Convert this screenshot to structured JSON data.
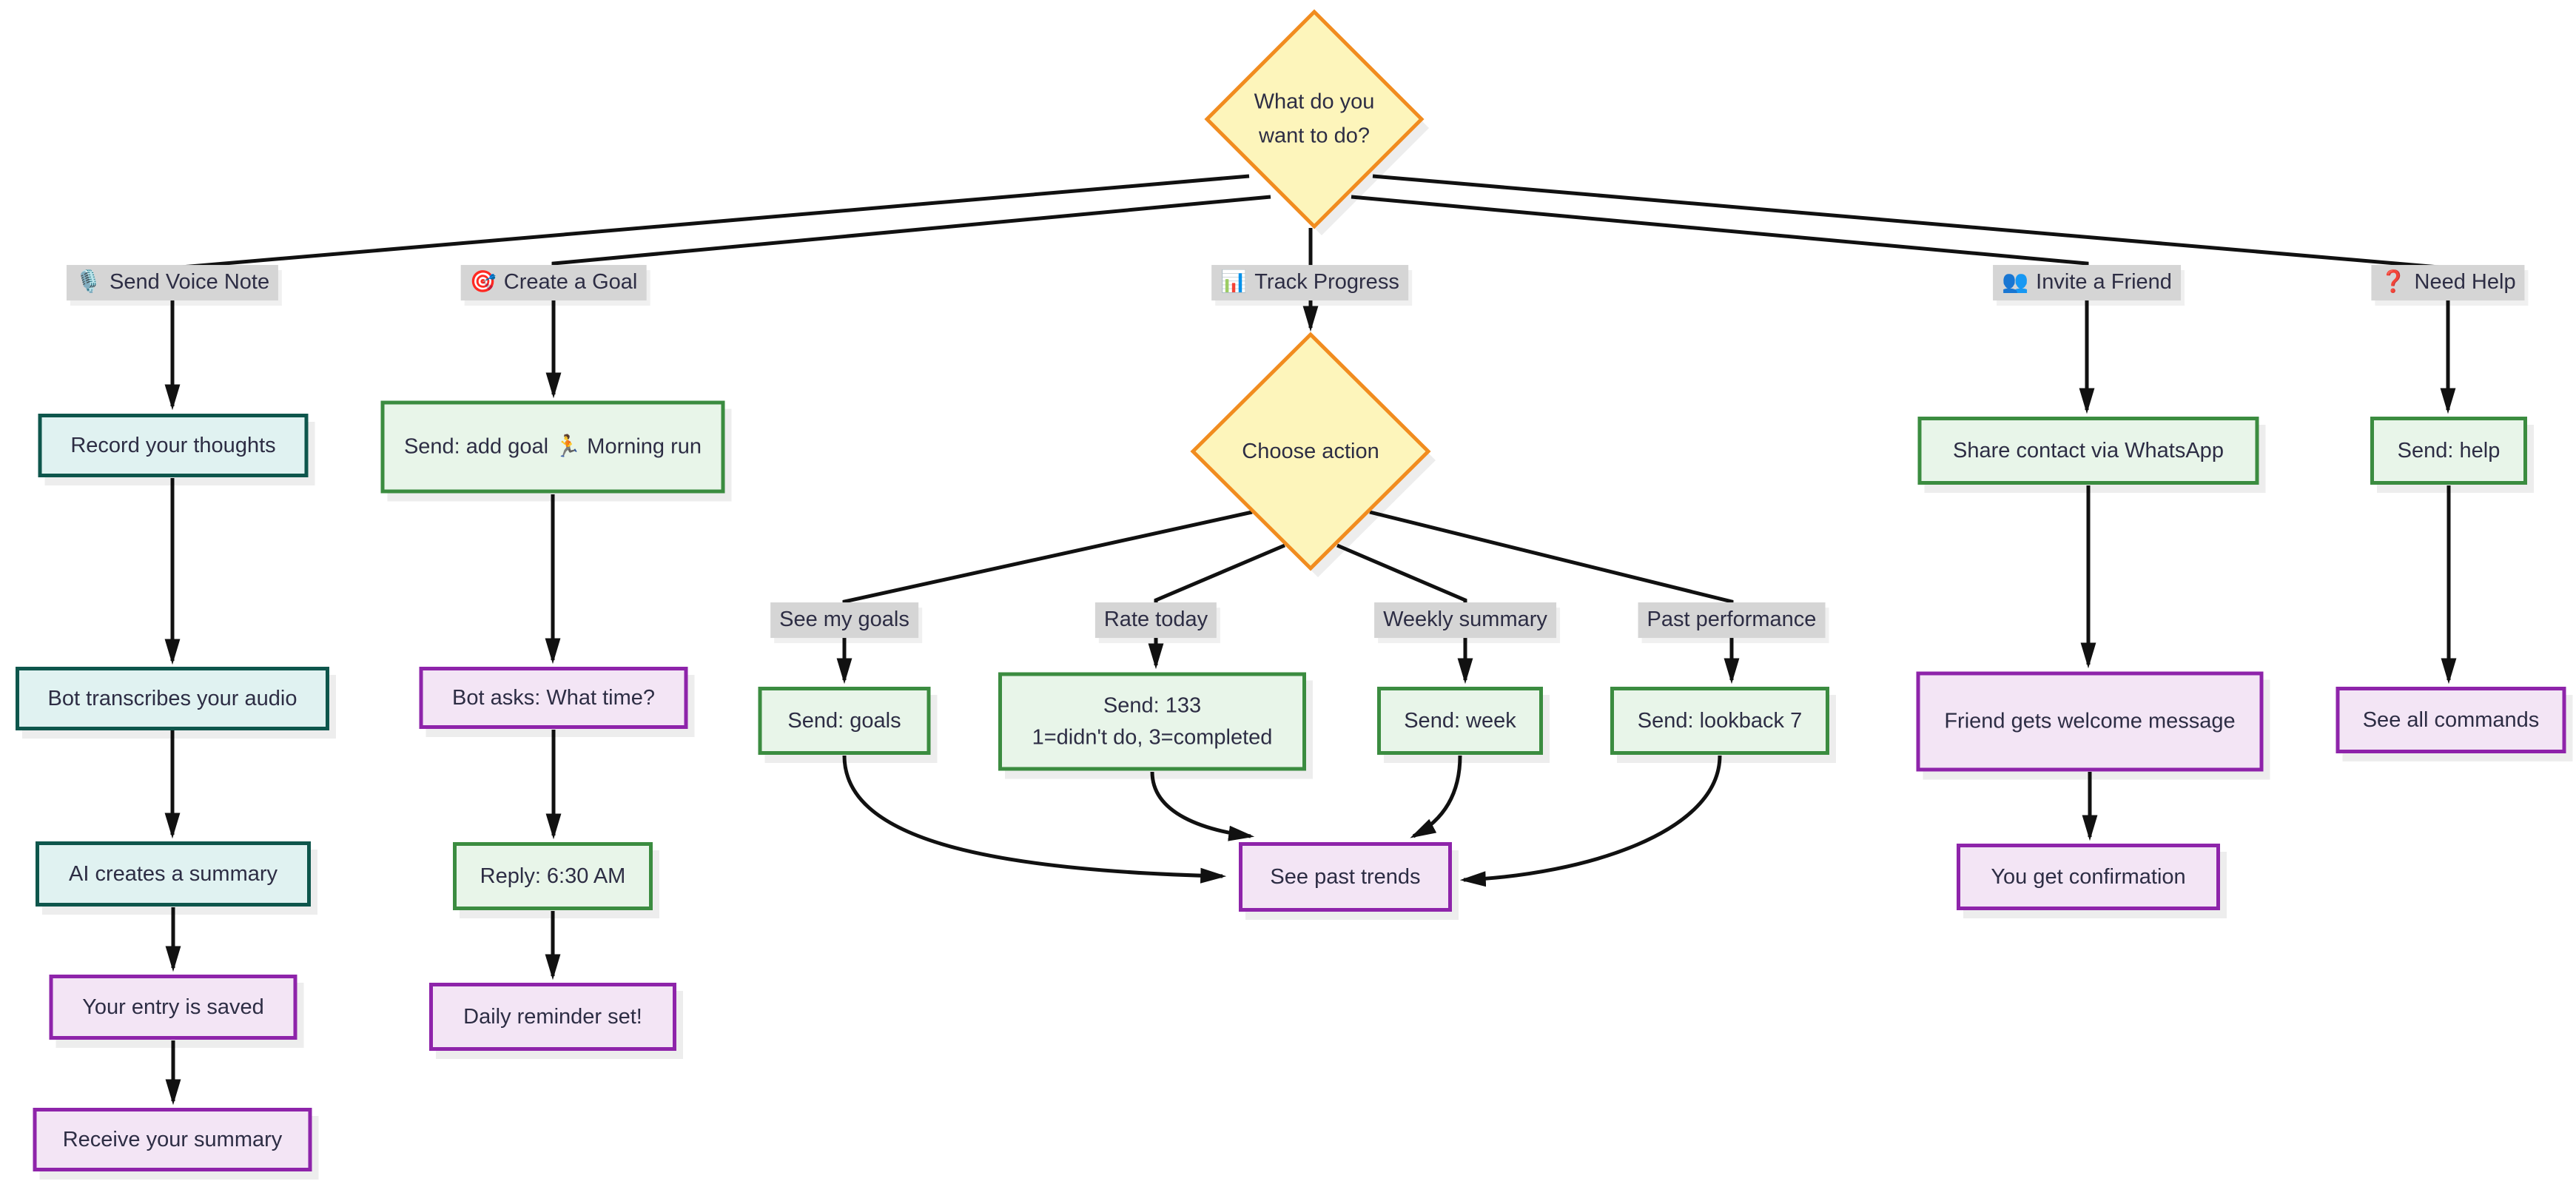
{
  "diagram": {
    "type": "flowchart",
    "background": "#ffffff"
  },
  "colors": {
    "edge_line": "#111111",
    "text": "#2d2d44",
    "decision_fill": "#fdf5bb",
    "decision_border": "#f18c1f",
    "teal_fill": "#e0f2f1",
    "teal_border": "#0e564c",
    "green_fill": "#e8f5e9",
    "green_border": "#3b8c40",
    "purple_fill": "#f3e5f5",
    "purple_border": "#8e24aa",
    "edge_label_bg": "#d5d5d5"
  },
  "nodes": {
    "root_decision": {
      "text": "What do you\nwant to do?"
    },
    "choose_action": {
      "text": "Choose action"
    },
    "record": {
      "text": "Record your thoughts"
    },
    "transcribe": {
      "text": "Bot transcribes your audio"
    },
    "ai_summary": {
      "text": "AI creates a summary"
    },
    "entry_saved": {
      "text": "Your entry is saved"
    },
    "receive_summary": {
      "text": "Receive your summary"
    },
    "add_goal": {
      "text": "Send: add goal 🏃 Morning run"
    },
    "bot_asks": {
      "text": "Bot asks: What time?"
    },
    "reply_time": {
      "text": "Reply: 6:30 AM"
    },
    "reminder_set": {
      "text": "Daily reminder set!"
    },
    "send_goals": {
      "text": "Send: goals"
    },
    "send_133": {
      "text": "Send: 133\n1=didn't do, 3=completed"
    },
    "send_week": {
      "text": "Send: week"
    },
    "send_lookback": {
      "text": "Send: lookback 7"
    },
    "past_trends": {
      "text": "See past trends"
    },
    "share_contact": {
      "text": "Share contact via WhatsApp"
    },
    "friend_welcome": {
      "text": "Friend gets welcome message"
    },
    "confirmation": {
      "text": "You get confirmation"
    },
    "send_help": {
      "text": "Send: help"
    },
    "all_commands": {
      "text": "See all commands"
    }
  },
  "edge_labels": {
    "voice_note": {
      "icon": "🎙️",
      "label": "Send Voice Note"
    },
    "create_goal": {
      "icon": "🎯",
      "label": "Create a Goal"
    },
    "track_progress": {
      "icon": "📊",
      "label": "Track Progress"
    },
    "invite_friend": {
      "icon": "👥",
      "label": "Invite a Friend"
    },
    "need_help": {
      "icon": "❓",
      "label": "Need Help"
    },
    "see_my_goals": {
      "label": "See my goals"
    },
    "rate_today": {
      "label": "Rate today"
    },
    "weekly_summary": {
      "label": "Weekly summary"
    },
    "past_performance": {
      "label": "Past performance"
    }
  }
}
